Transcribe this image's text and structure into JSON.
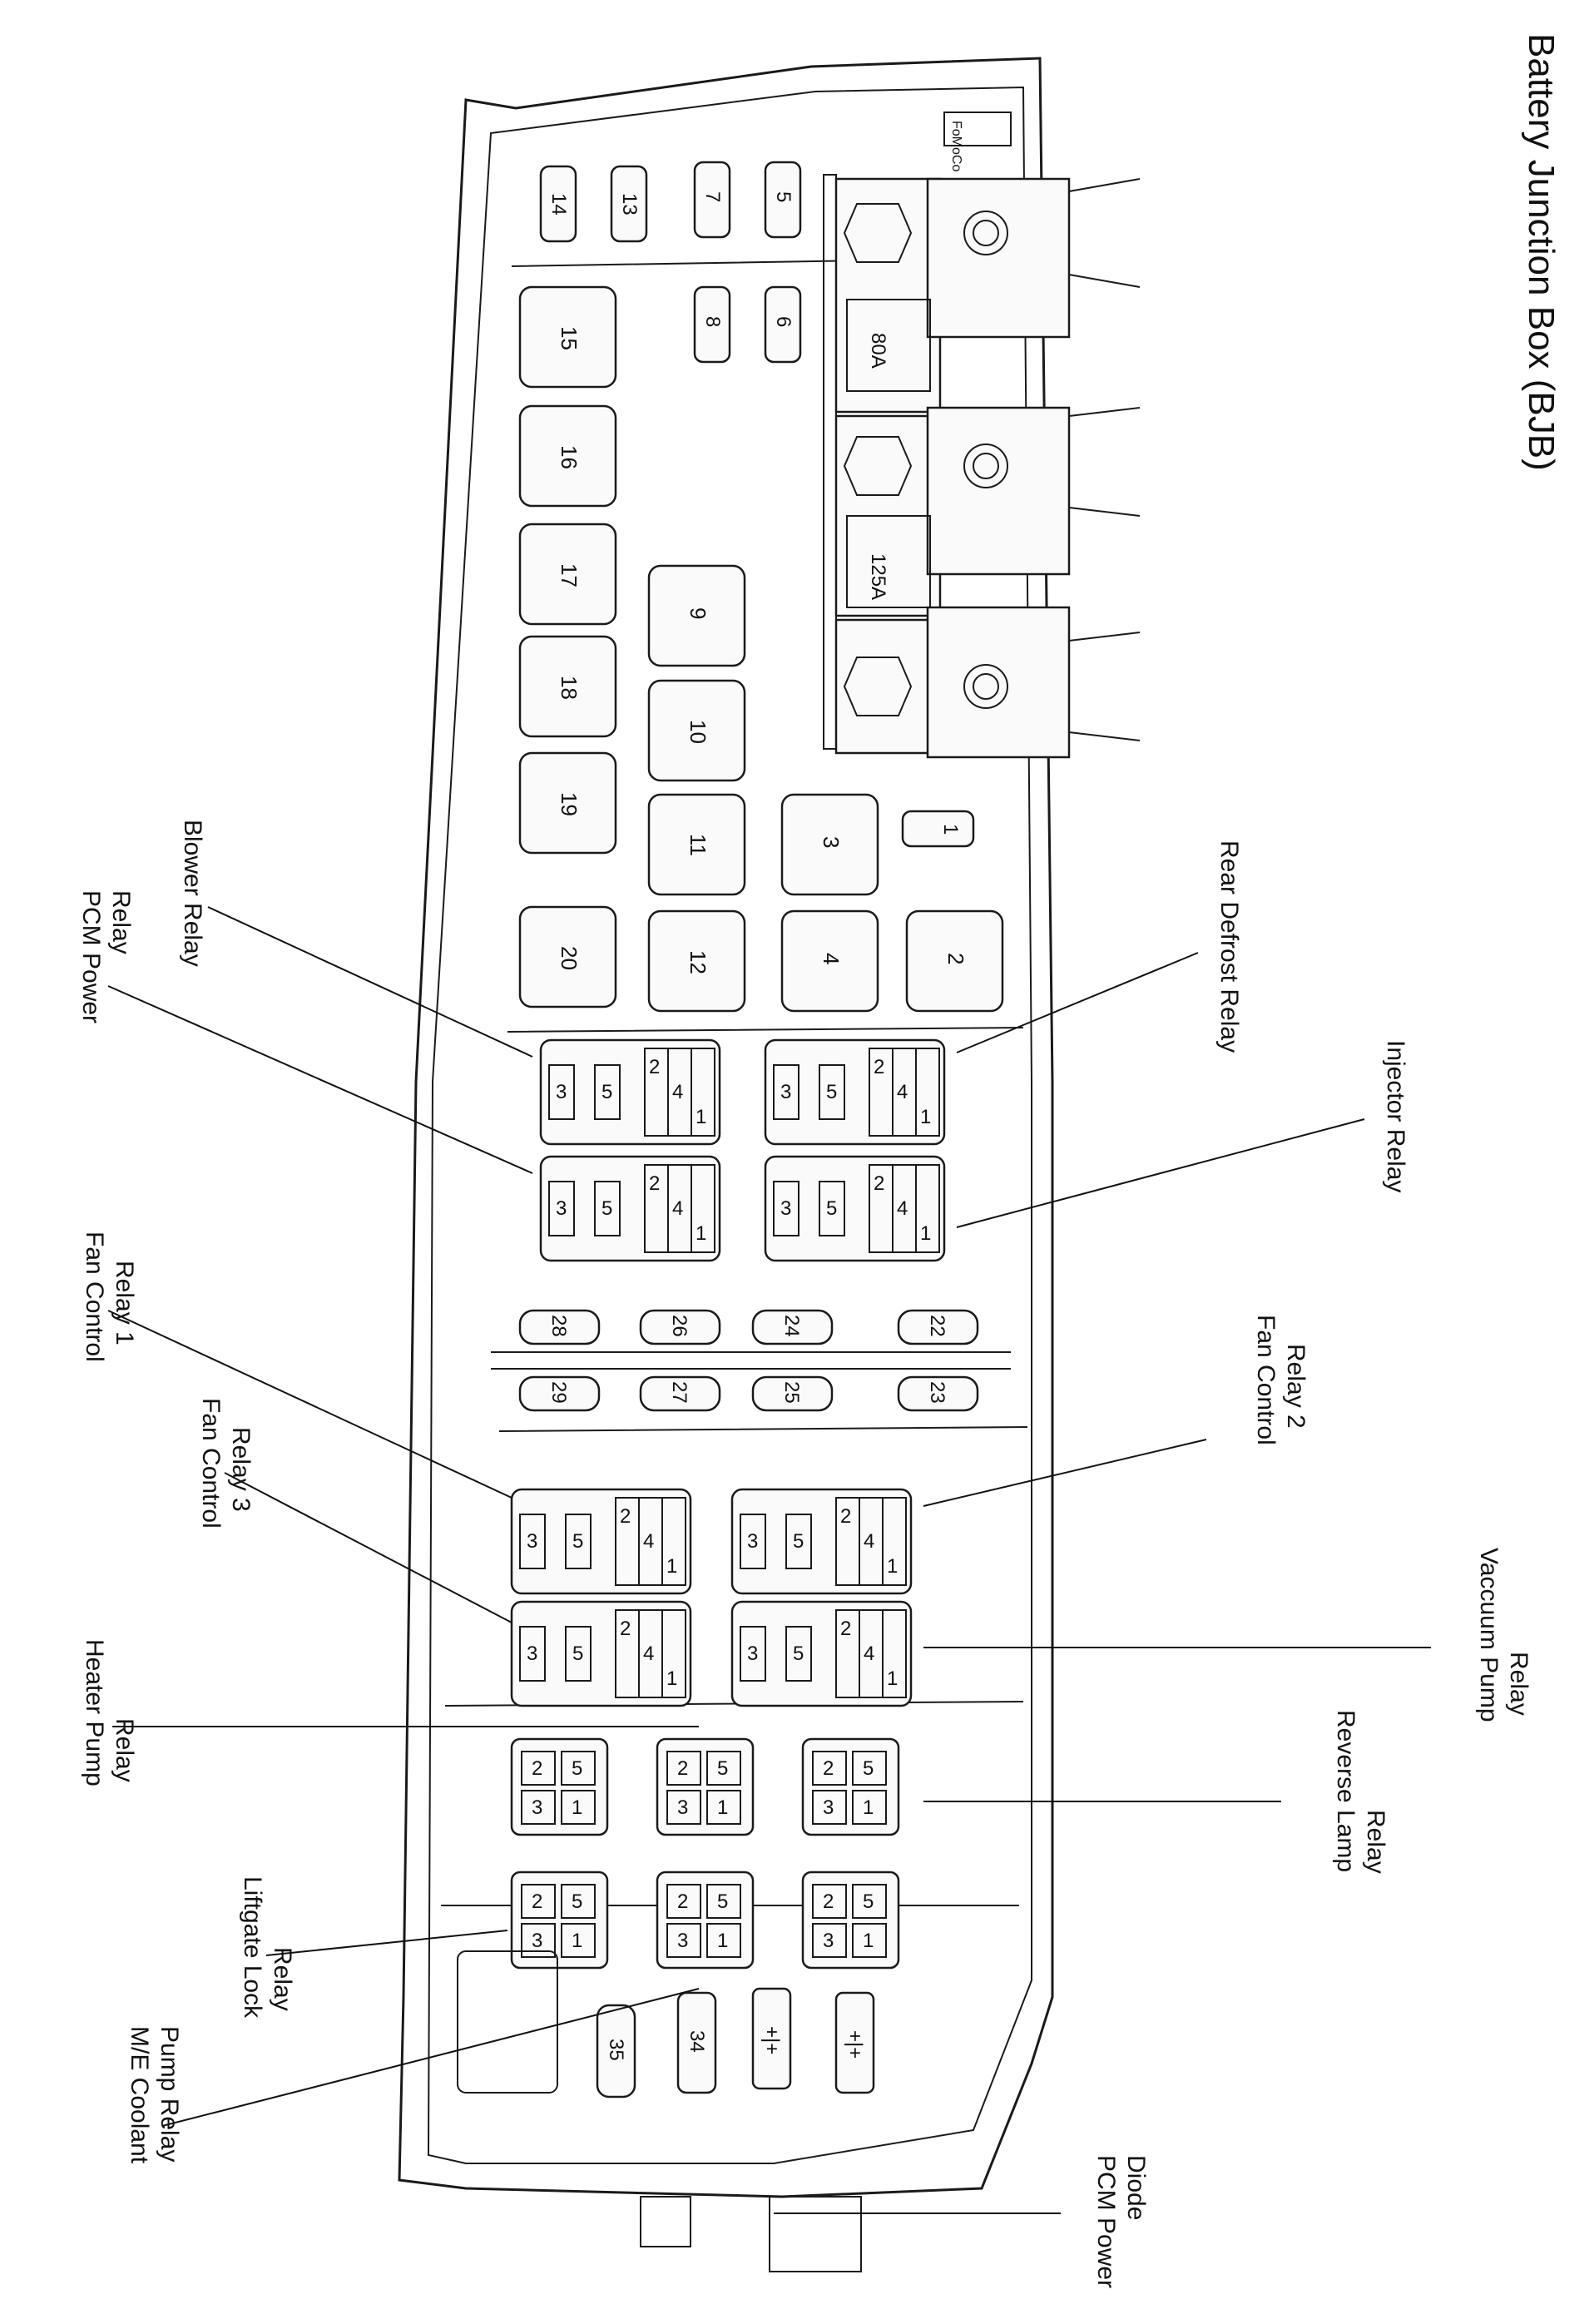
{
  "title": "Battery Junction Box (BJB)",
  "maxi_fuses": [
    "15",
    "16",
    "17",
    "18",
    "19",
    "20",
    "9",
    "10",
    "11",
    "12",
    "3",
    "4",
    "2"
  ],
  "mini_fuses": [
    "14",
    "13",
    "7",
    "5",
    "8",
    "6",
    "1"
  ],
  "inline_fuses": [
    "28",
    "26",
    "24",
    "22",
    "29",
    "27",
    "25",
    "23",
    "35",
    "34"
  ],
  "cartridge_fuses": [
    "80A",
    "125A"
  ],
  "relay_pins": {
    "large": [
      "2",
      "4",
      "1",
      "3",
      "5"
    ],
    "micro": [
      "2",
      "5",
      "3",
      "1"
    ]
  },
  "connector_label": "FoMoCo",
  "callouts": {
    "blower_relay": "Blower Relay",
    "pcm_power_relay": "PCM Power Relay",
    "rear_defrost_relay": "Rear Defrost Relay",
    "injector_relay": "Injector Relay",
    "fan_control_relay_1": "Fan Control Relay 1",
    "fan_control_relay_2": "Fan Control Relay 2",
    "fan_control_relay_3": "Fan Control Relay 3",
    "vacuum_pump_relay": "Vacuum Pump Relay",
    "heater_pump_relay": "Heater Pump Relay",
    "reverse_lamp_relay": "Reverse Lamp Relay",
    "liftgate_lock_relay": "Liftgate Lock Relay",
    "me_coolant_pump_relay": "M/E Coolant Pump Relay",
    "pcm_power_diode": "PCM Power Diode"
  }
}
